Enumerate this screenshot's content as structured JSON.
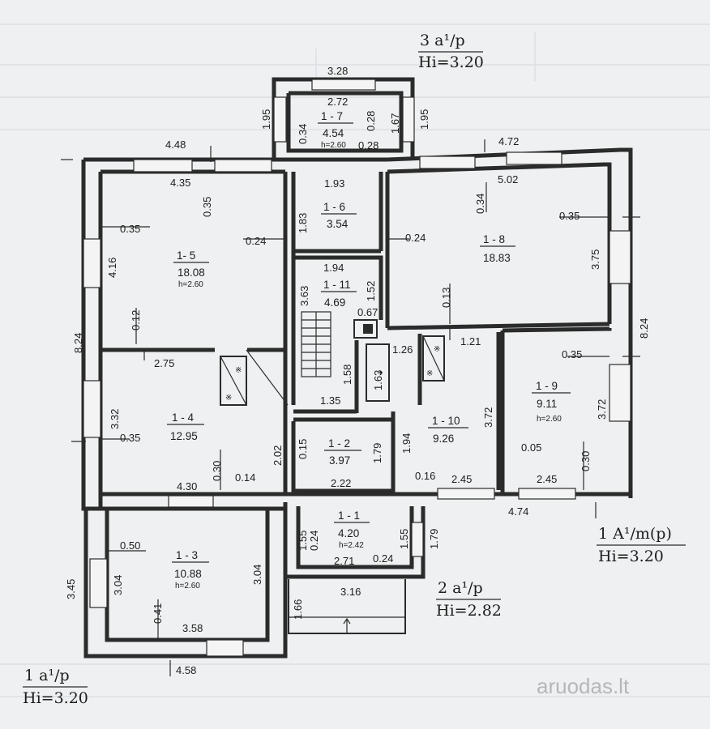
{
  "labels": {
    "top": {
      "line1": "3 a¹/p",
      "line2": "Hi=3.20"
    },
    "right": {
      "line1": "1 A¹/m(p)",
      "line2": "Hi=3.20"
    },
    "middle": {
      "line1": "2 a¹/p",
      "line2": "Hi=2.82"
    },
    "bottom": {
      "line1": "1 a¹/p",
      "line2": "Hi=3.20"
    }
  },
  "rooms": {
    "r15": {
      "id": "1- 5",
      "area": "18.08",
      "h": "h=2.60"
    },
    "r16": {
      "id": "1 - 6",
      "area": "3.54"
    },
    "r17": {
      "id": "1 - 7",
      "area": "4.54",
      "h": "h=2.60"
    },
    "r18": {
      "id": "1 - 8",
      "area": "18.83"
    },
    "r111": {
      "id": "1 - 11",
      "area": "4.69"
    },
    "r14": {
      "id": "1 - 4",
      "area": "12.95"
    },
    "r12": {
      "id": "1 - 2",
      "area": "3.97"
    },
    "r110": {
      "id": "1 - 10",
      "area": "9.26"
    },
    "r19": {
      "id": "1 - 9",
      "area": "9.11",
      "h": "h=2.60"
    },
    "r13": {
      "id": "1 - 3",
      "area": "10.88",
      "h": "h=2.60"
    },
    "r11": {
      "id": "1 - 1",
      "area": "4.20",
      "h": "h=2.42"
    }
  },
  "dims": {
    "d328": "3.28",
    "d272": "2.72",
    "d195a": "1.95",
    "d195b": "1.95",
    "d034a": "0.34",
    "d028a": "0.28",
    "d167": "1.67",
    "d028b": "0.28",
    "d448": "4.48",
    "d435": "4.35",
    "d035a": "0.35",
    "d193": "1.93",
    "d472": "4.72",
    "d502": "5.02",
    "d034b": "0.34",
    "d183": "1.83",
    "d035b": "0.35",
    "d035c": "0.35",
    "d024a": "0.24",
    "d024b": "0.24",
    "d416": "4.16",
    "d375": "3.75",
    "d194a": "1.94",
    "d363": "3.63",
    "d152": "1.52",
    "d067": "0.67",
    "d013": "0.13",
    "d824a": "8.24",
    "d824b": "8.24",
    "d012": "0.12",
    "d121": "1.21",
    "d126": "1.26",
    "d035d": "0.35",
    "d275": "2.75",
    "d163": "1.63",
    "d158": "1.58",
    "d332": "3.32",
    "d035e": "0.35",
    "d135": "1.35",
    "d372a": "3.72",
    "d372b": "3.72",
    "d202": "2.02",
    "d015": "0.15",
    "d179a": "1.79",
    "d194b": "1.94",
    "d005": "0.05",
    "d030a": "0.30",
    "d030b": "0.30",
    "d014": "0.14",
    "d430": "4.30",
    "d222": "2.22",
    "d016": "0.16",
    "d245a": "2.45",
    "d245b": "2.45",
    "d474": "4.74",
    "d050": "0.50",
    "d155a": "1.55",
    "d024c": "0.24",
    "d155b": "1.55",
    "d179b": "1.79",
    "d271": "2.71",
    "d024d": "0.24",
    "d345": "3.45",
    "d304a": "3.04",
    "d304b": "3.04",
    "d316": "3.16",
    "d041": "0.41",
    "d358": "3.58",
    "d166": "1.66",
    "d458": "4.58"
  },
  "watermark": "aruodas.lt"
}
